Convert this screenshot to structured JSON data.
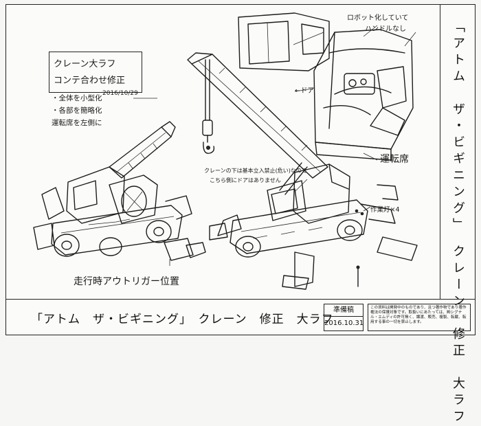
{
  "sheet": {
    "side_title": "「アトム　ザ・ビギニング」　クレーン　修正　大ラフ",
    "footer_title": "「アトム　ザ・ビギニング」　クレーン　修正　大ラフ",
    "stamp_label": "準備稿",
    "stamp_date": "2016.10.31",
    "notice_text": "この資料は開発中のものであり、且つ著作物であり著作権法の保護対象です。取扱いにあたっては、㈱シグナル・エムディの許可無く、譲渡、販売、複製、転載、転用する事の一切を禁止します。"
  },
  "notes": {
    "box_line1": "クレーン大ラフ",
    "box_line2": "コンテ合わせ修正",
    "date": "2016/10/29",
    "bullet1": "・全体を小型化",
    "bullet2": "・各部を簡略化",
    "bullet3": "運転席を左側に",
    "robot_note_line1": "ロボット化していて",
    "robot_note_line2": "ハンドルなし",
    "door_label": "←ドア",
    "cab_label": "運転席",
    "crane_note_line1": "クレーンの下は基本立入禁止(危い)なので",
    "crane_note_line2": "こちら側にドアはありません",
    "lights_label": "作業灯×4",
    "outrigger_label": "走行時アウトリガー位置"
  },
  "icons": {
    "left_crane": "crane-travel-sketch",
    "center_crane": "crane-deployed-sketch",
    "cab": "cab-interior-sketch"
  }
}
